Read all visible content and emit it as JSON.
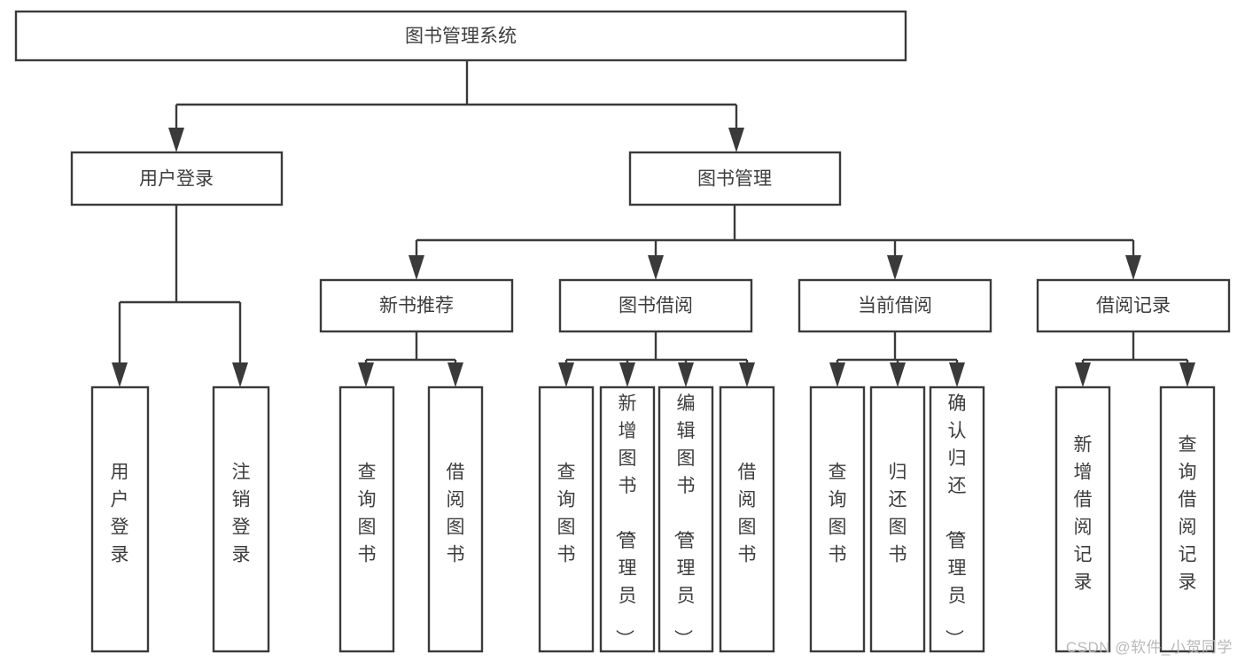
{
  "diagram": {
    "title": "图书管理系统",
    "type": "tree-hierarchy",
    "watermark": "CSDN @软件_小贺同学",
    "colors": {
      "stroke": "#3a3a3a",
      "box_fill": "#ffffff",
      "text": "#3d3d3d",
      "background": "#ffffff",
      "watermark": "#b9b9b9"
    },
    "levels": {
      "root": {
        "label": "图书管理系统"
      },
      "level2": [
        {
          "id": "user-login",
          "label": "用户登录"
        },
        {
          "id": "book-management",
          "label": "图书管理"
        }
      ],
      "level3": [
        {
          "id": "new-book-recommend",
          "label": "新书推荐",
          "parent": "book-management"
        },
        {
          "id": "book-borrow",
          "label": "图书借阅",
          "parent": "book-management"
        },
        {
          "id": "current-borrow",
          "label": "当前借阅",
          "parent": "book-management"
        },
        {
          "id": "borrow-record",
          "label": "借阅记录",
          "parent": "book-management"
        }
      ],
      "leaves": [
        {
          "id": "leaf-user-login",
          "label": "用户登录",
          "parent": "user-login"
        },
        {
          "id": "leaf-logout-login",
          "label": "注销登录",
          "parent": "user-login"
        },
        {
          "id": "leaf-query-book-1",
          "label": "查询图书",
          "parent": "new-book-recommend"
        },
        {
          "id": "leaf-borrow-book-1",
          "label": "借阅图书",
          "parent": "new-book-recommend"
        },
        {
          "id": "leaf-query-book-2",
          "label": "查询图书",
          "parent": "book-borrow"
        },
        {
          "id": "leaf-add-book",
          "label": "新增图书（管理员）",
          "parent": "book-borrow"
        },
        {
          "id": "leaf-edit-book",
          "label": "编辑图书（管理员）",
          "parent": "book-borrow"
        },
        {
          "id": "leaf-borrow-book-2",
          "label": "借阅图书",
          "parent": "book-borrow"
        },
        {
          "id": "leaf-query-book-3",
          "label": "查询图书",
          "parent": "current-borrow"
        },
        {
          "id": "leaf-return-book",
          "label": "归还图书",
          "parent": "current-borrow"
        },
        {
          "id": "leaf-confirm-return",
          "label": "确认归还（管理员）",
          "parent": "current-borrow"
        },
        {
          "id": "leaf-add-record",
          "label": "新增借阅记录",
          "parent": "borrow-record"
        },
        {
          "id": "leaf-query-record",
          "label": "查询借阅记录",
          "parent": "borrow-record"
        }
      ]
    }
  }
}
